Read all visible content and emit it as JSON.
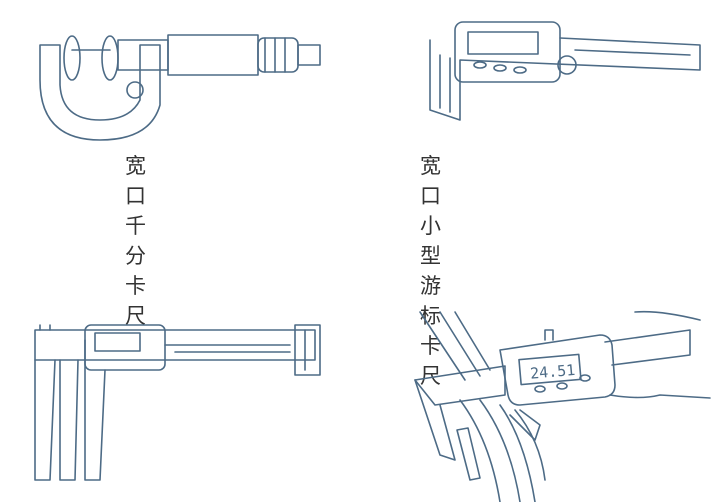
{
  "items": [
    {
      "caption": "宽口千分卡尺"
    },
    {
      "caption": "宽口小型游标卡尺"
    },
    {
      "caption": ""
    },
    {
      "caption": "",
      "display_reading": "24.51"
    }
  ],
  "colors": {
    "line": "#4d6b86",
    "text": "#333333"
  }
}
